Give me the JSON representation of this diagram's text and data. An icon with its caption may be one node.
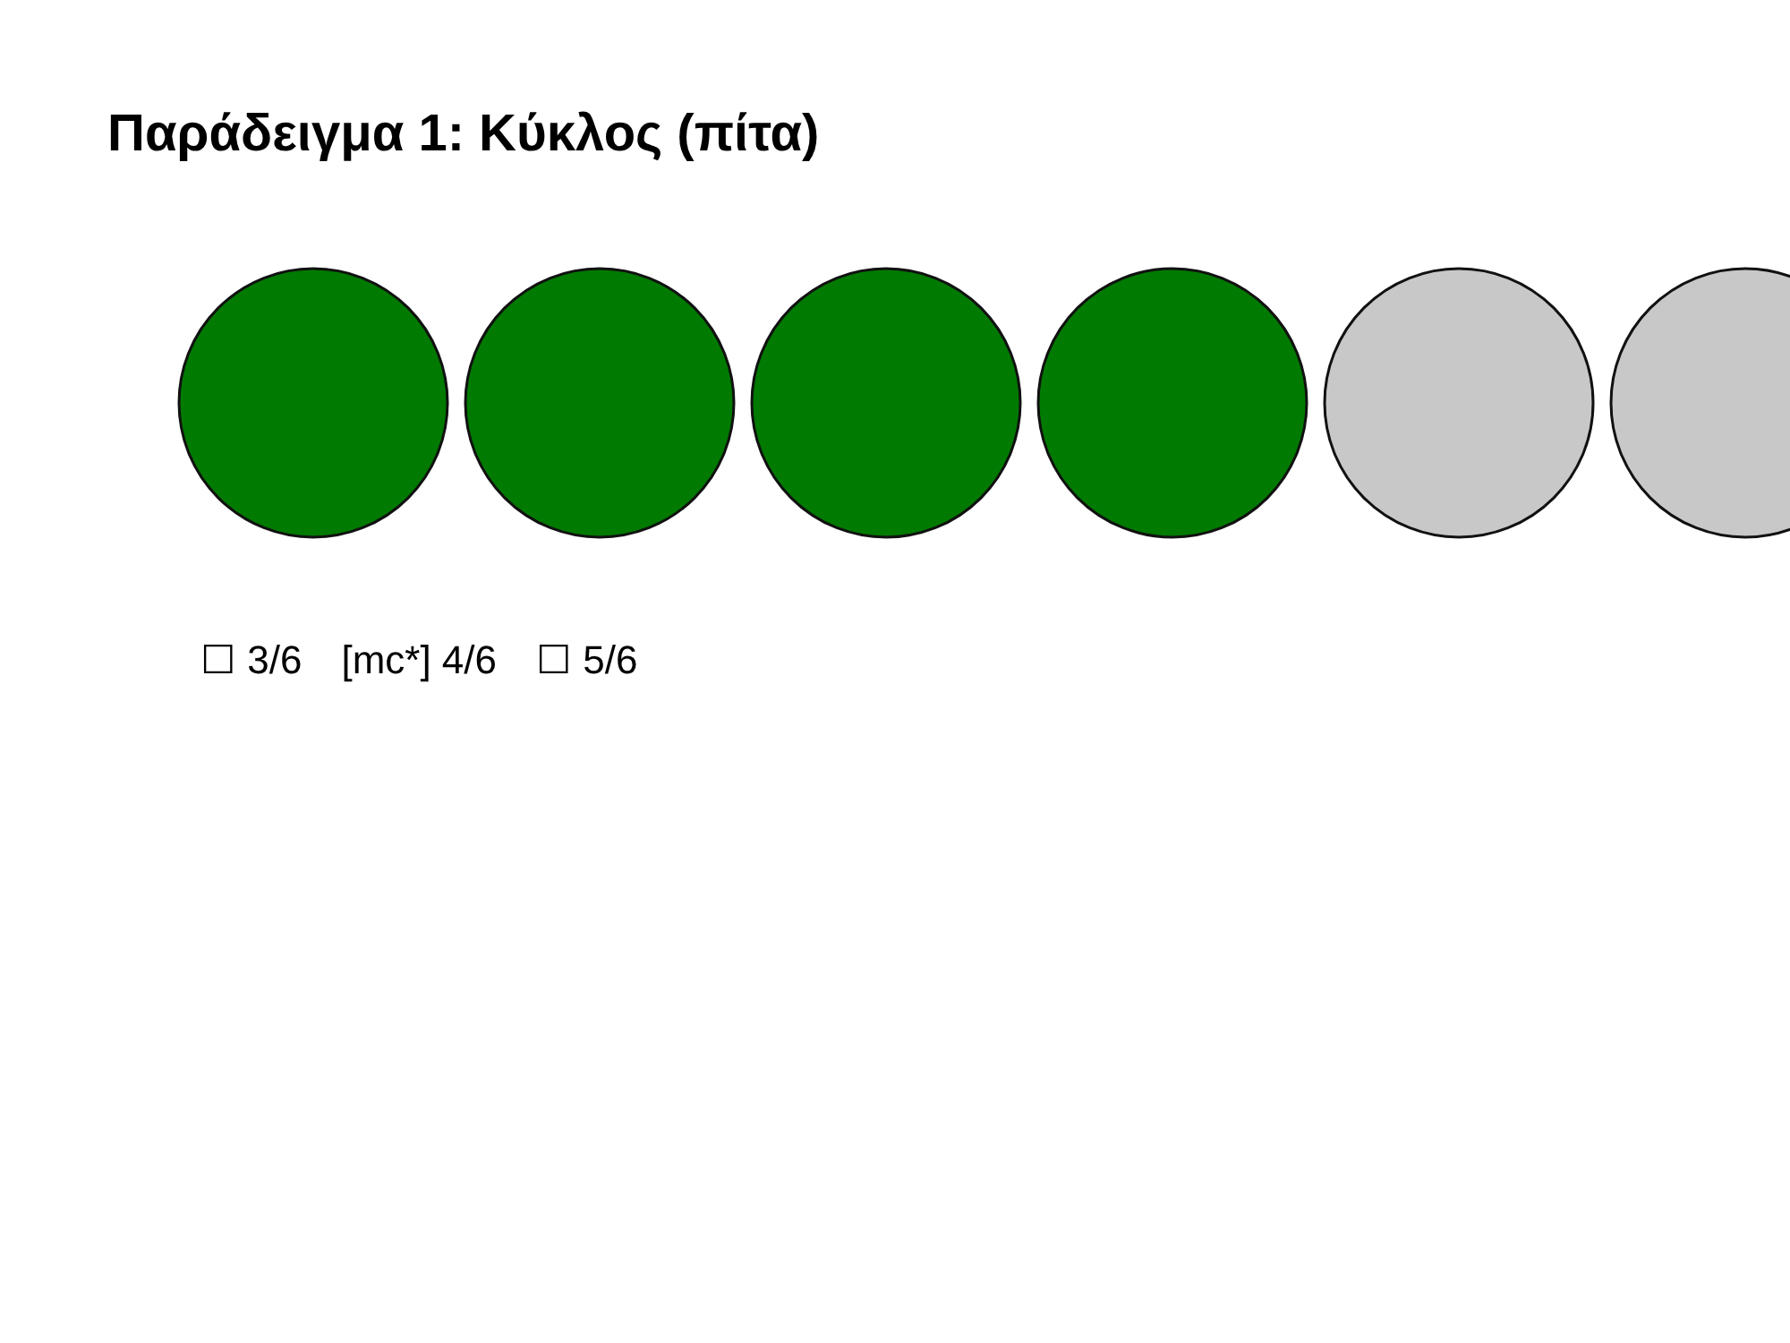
{
  "diagram": {
    "title": "Παράδειγμα 1: Κύκλος (πίτα)",
    "nodes": [
      {
        "text": [],
        "shape": "circle"
      },
      {
        "text": [],
        "shape": "circle"
      },
      {
        "text": [],
        "shape": "circle"
      },
      {
        "text": [],
        "shape": "circle"
      },
      {
        "text": [],
        "shape": "circle"
      },
      {
        "text": [],
        "shape": "circle"
      }
    ],
    "labels": [
      "☐ 3/6",
      "[mc*] 4/6",
      "☐ 5/6"
    ]
  }
}
